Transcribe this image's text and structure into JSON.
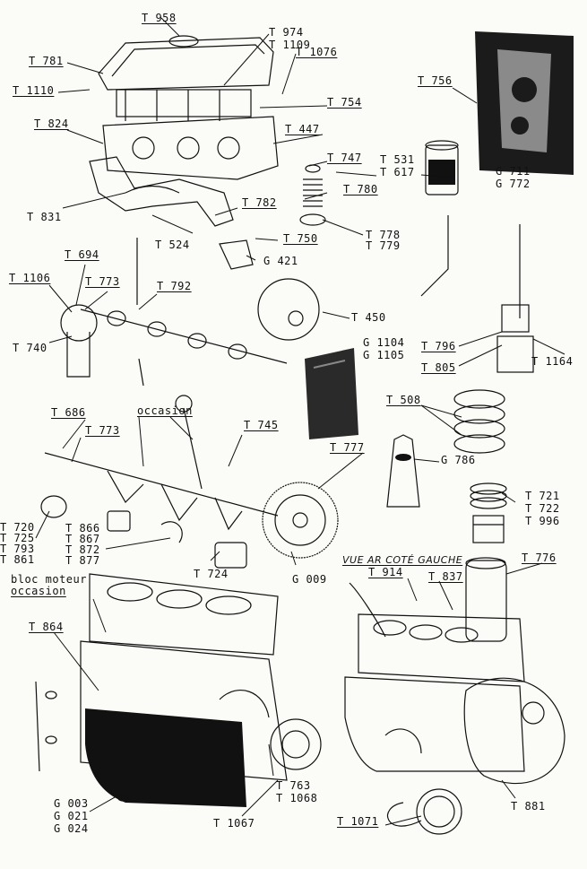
{
  "labels": {
    "t958": "T 958",
    "t974": "T 974",
    "t1109": "T 1109",
    "t781": "T 781",
    "t1076": "T 1076",
    "t1110": "T 1110",
    "t756": "T 756",
    "t754": "T 754",
    "t824": "T 824",
    "t447": "T 447",
    "t747": "T 747",
    "t531": "T 531",
    "t617": "T 617",
    "g711": "G 711",
    "g772": "G 772",
    "t780": "T 780",
    "t831": "T 831",
    "t782": "T 782",
    "t778": "T 778",
    "t779": "T 779",
    "t524": "T 524",
    "t750": "T 750",
    "g421": "G 421",
    "t694": "T 694",
    "t1106": "T 1106",
    "t773a": "T 773",
    "t792": "T 792",
    "t450": "T 450",
    "t740": "T 740",
    "g1104": "G 1104",
    "g1105": "G 1105",
    "t796": "T 796",
    "t805": "T 805",
    "t1164": "T 1164",
    "t686": "T 686",
    "occasion1": "occasion",
    "t745": "T 745",
    "t773b": "T 773",
    "t508": "T 508",
    "t777": "T 777",
    "g786": "G 786",
    "t720": "T 720",
    "t725": "T 725",
    "t793": "T 793",
    "t861": "T 861",
    "t866": "T 866",
    "t867": "T 867",
    "t872": "T 872",
    "t877": "T 877",
    "t721": "T 721",
    "t722": "T 722",
    "t996": "T 996",
    "t724": "T 724",
    "g009": "G 009",
    "vue": "VUE AR COTÉ GAUCHE",
    "t914": "T 914",
    "t837": "T 837",
    "t776": "T 776",
    "bloc1": "bloc moteur",
    "bloc2": "occasion",
    "t864": "T 864",
    "t763": "T 763",
    "t1068": "T 1068",
    "g003": "G 003",
    "g021": "G 021",
    "g024": "G 024",
    "t1067": "T 1067",
    "t1071": "T 1071",
    "t881": "T 881"
  }
}
